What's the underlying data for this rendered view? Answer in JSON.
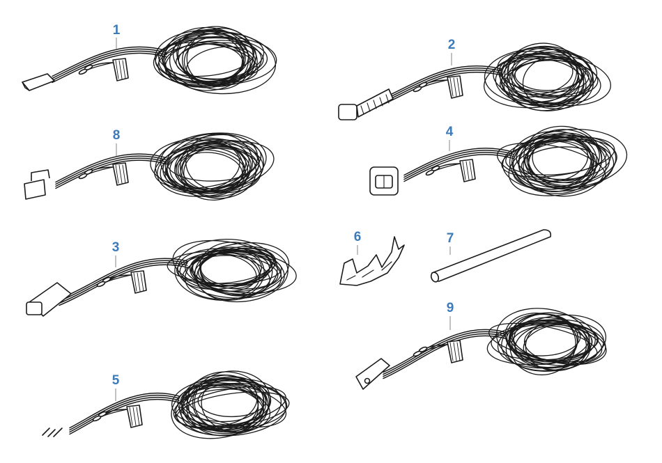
{
  "colors": {
    "callout": "#3d7ab8",
    "ink": "#1a1a1a",
    "leader": "#9a9a9a",
    "background": "#ffffff"
  },
  "parts": [
    {
      "id": "part-1",
      "label": "1",
      "kind": "harness",
      "connector": "flat-plug"
    },
    {
      "id": "part-2",
      "label": "2",
      "kind": "harness",
      "connector": "boot-plug"
    },
    {
      "id": "part-8",
      "label": "8",
      "kind": "harness",
      "connector": "angled-plug"
    },
    {
      "id": "part-4",
      "label": "4",
      "kind": "harness",
      "connector": "socket-plug"
    },
    {
      "id": "part-3",
      "label": "3",
      "kind": "harness",
      "connector": "round-plug"
    },
    {
      "id": "part-6",
      "label": "6",
      "kind": "terminal"
    },
    {
      "id": "part-7",
      "label": "7",
      "kind": "sleeve"
    },
    {
      "id": "part-9",
      "label": "9",
      "kind": "harness",
      "connector": "flag-terminal"
    },
    {
      "id": "part-5",
      "label": "5",
      "kind": "harness",
      "connector": "bare-pins"
    }
  ]
}
